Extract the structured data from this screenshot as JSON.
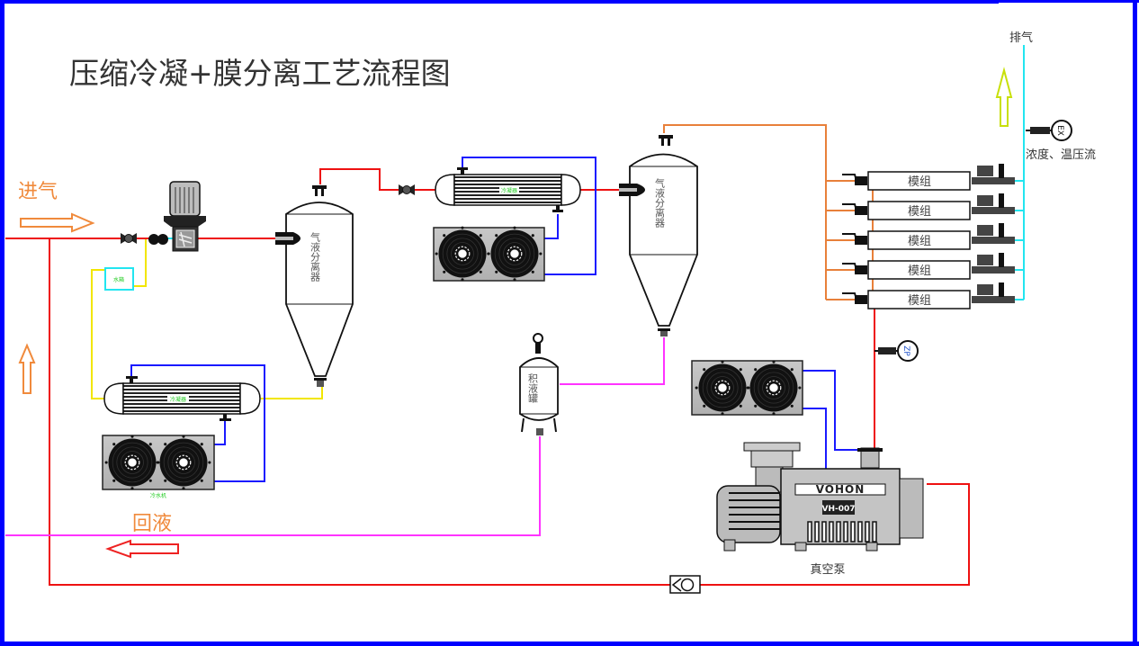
{
  "diagram": {
    "title": "压缩冷凝+膜分离工艺流程图",
    "labels": {
      "inlet_gas": "进气",
      "return_liquid": "回液",
      "exhaust": "排气",
      "sensor_note": "浓度、温压流",
      "vacuum_pump": "真空泵"
    },
    "equipment": {
      "separator_1": "气液分离器",
      "separator_2": "气液分离器",
      "liquid_tank": "积液罐",
      "water_tank": "水箱",
      "condenser_1": "冷凝器",
      "condenser_2": "冷凝器",
      "chiller_1": "冷水机",
      "pump_brand": "VOHON",
      "pump_model": "VH-007",
      "modules": [
        "模组",
        "模组",
        "模组",
        "模组",
        "模组"
      ],
      "sensor_ex": "EX",
      "sensor_zp": "ZP"
    },
    "colors": {
      "frame": "#0000ff",
      "gas_line": "#ee1111",
      "water_line": "#f2e600",
      "coolant_line": "#1a1aff",
      "liquid_line": "#ff33ff",
      "vent_line": "#22e5f0",
      "module_feed": "#e8803a",
      "inlet_arrow": "#f08a3c",
      "return_arrow": "#ee2222",
      "exhaust_arrow": "#c8e00a"
    }
  }
}
